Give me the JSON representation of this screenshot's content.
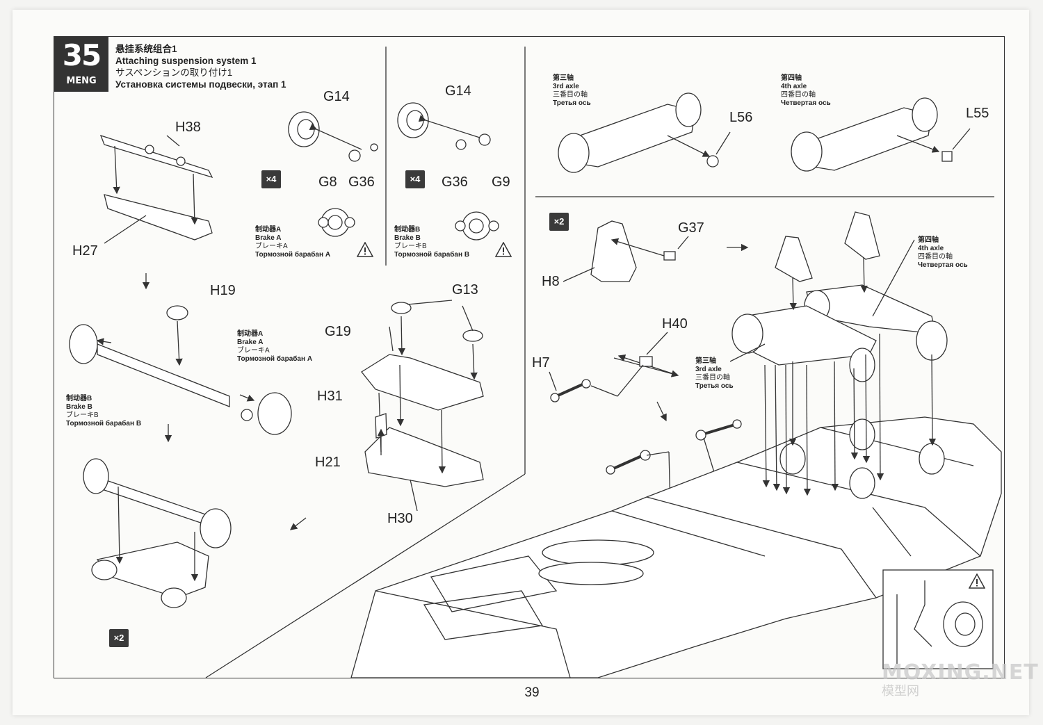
{
  "step": {
    "number": "35",
    "brand": "MENG",
    "title_zh": "悬挂系统组合1",
    "title_en": "Attaching suspension system 1",
    "title_ja": "サスペンションの取り付け1",
    "title_ru": "Установка системы подвески, этап 1"
  },
  "parts": {
    "h38": "H38",
    "h27": "H27",
    "h19": "H19",
    "g14_a": "G14",
    "g8": "G8",
    "g36_a": "G36",
    "g14_b": "G14",
    "g36_b": "G36",
    "g9": "G9",
    "g13": "G13",
    "g19": "G19",
    "h31": "H31",
    "h21": "H21",
    "h30": "H30",
    "l56": "L56",
    "l55": "L55",
    "g37": "G37",
    "h8": "H8",
    "h40": "H40",
    "h7": "H7"
  },
  "quantities": {
    "brake_a_sub": "×4",
    "brake_b_sub": "×4",
    "left_assembly": "×2",
    "bracket_sub": "×2"
  },
  "brakes": {
    "brake_a": {
      "zh": "制动器A",
      "en": "Brake A",
      "ja": "ブレーキA",
      "ru": "Тормозной барабан A"
    },
    "brake_b": {
      "zh": "制动器B",
      "en": "Brake B",
      "ja": "ブレーキB",
      "ru": "Тормозной барабан B"
    }
  },
  "axles": {
    "third": {
      "zh": "第三轴",
      "en": "3rd axle",
      "ja": "三番目の軸",
      "ru": "Третья ось"
    },
    "fourth": {
      "zh": "第四轴",
      "en": "4th axle",
      "ja": "四番目の軸",
      "ru": "Четвертая ось"
    }
  },
  "page_number": "39",
  "watermark": {
    "main": "MOXING.NET",
    "sub": "模型网"
  },
  "colors": {
    "badge": "#333333",
    "line": "#444444",
    "paper": "#fbfbf9"
  },
  "icons": [
    "warning-triangle-icon",
    "arrow-down-icon",
    "arrow-right-icon"
  ]
}
